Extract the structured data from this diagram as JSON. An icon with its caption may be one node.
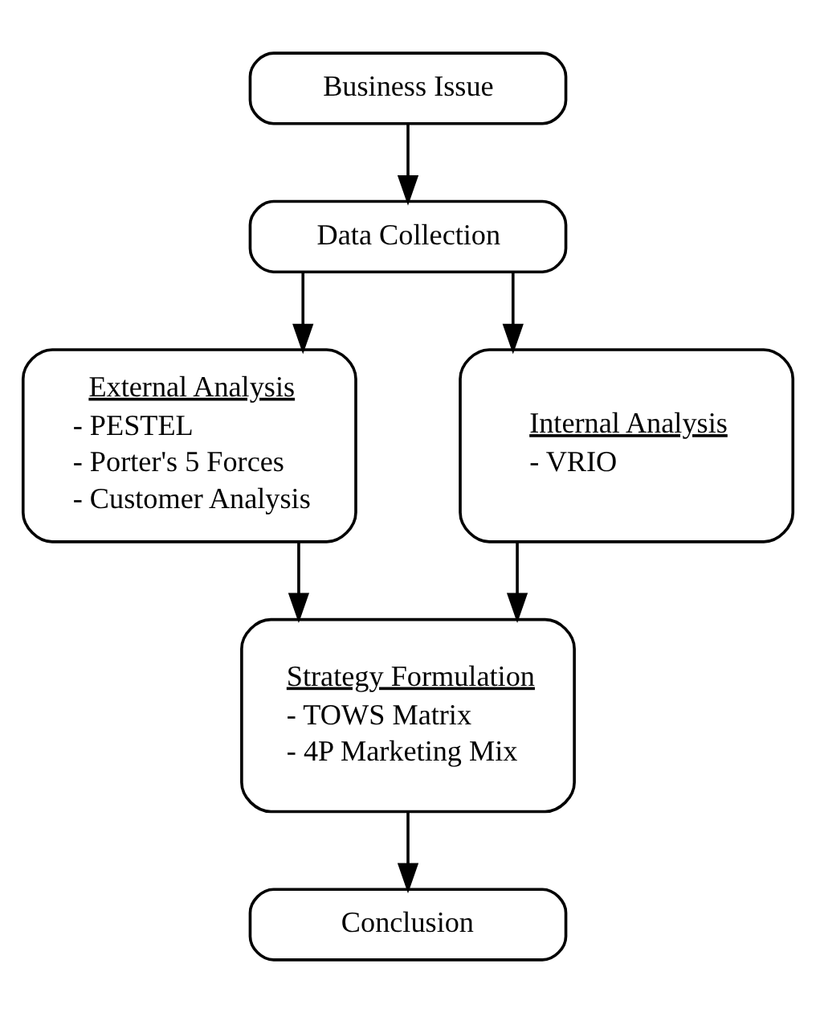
{
  "diagram": {
    "nodes": [
      {
        "text": [
          "Business Issue"
        ]
      },
      {
        "text": [
          "Data Collection"
        ]
      },
      {
        "text": [
          "External Analysis",
          "- PESTEL",
          "- Porter's 5 Forces",
          "- Customer Analysis"
        ]
      },
      {
        "text": [
          "Internal Analysis",
          "- VRIO"
        ]
      },
      {
        "text": [
          "Strategy Formulation",
          "- TOWS Matrix",
          "- 4P Marketing Mix"
        ]
      },
      {
        "text": [
          "Conclusion"
        ]
      }
    ],
    "edges": [
      {
        "from": 0,
        "to": 1,
        "arrow": "to"
      },
      {
        "from": 1,
        "to": 2,
        "arrow": "to"
      },
      {
        "from": 1,
        "to": 3,
        "arrow": "to"
      },
      {
        "from": 2,
        "to": 4,
        "arrow": "to"
      },
      {
        "from": 3,
        "to": 4,
        "arrow": "to"
      },
      {
        "from": 4,
        "to": 5,
        "arrow": "to"
      }
    ]
  }
}
